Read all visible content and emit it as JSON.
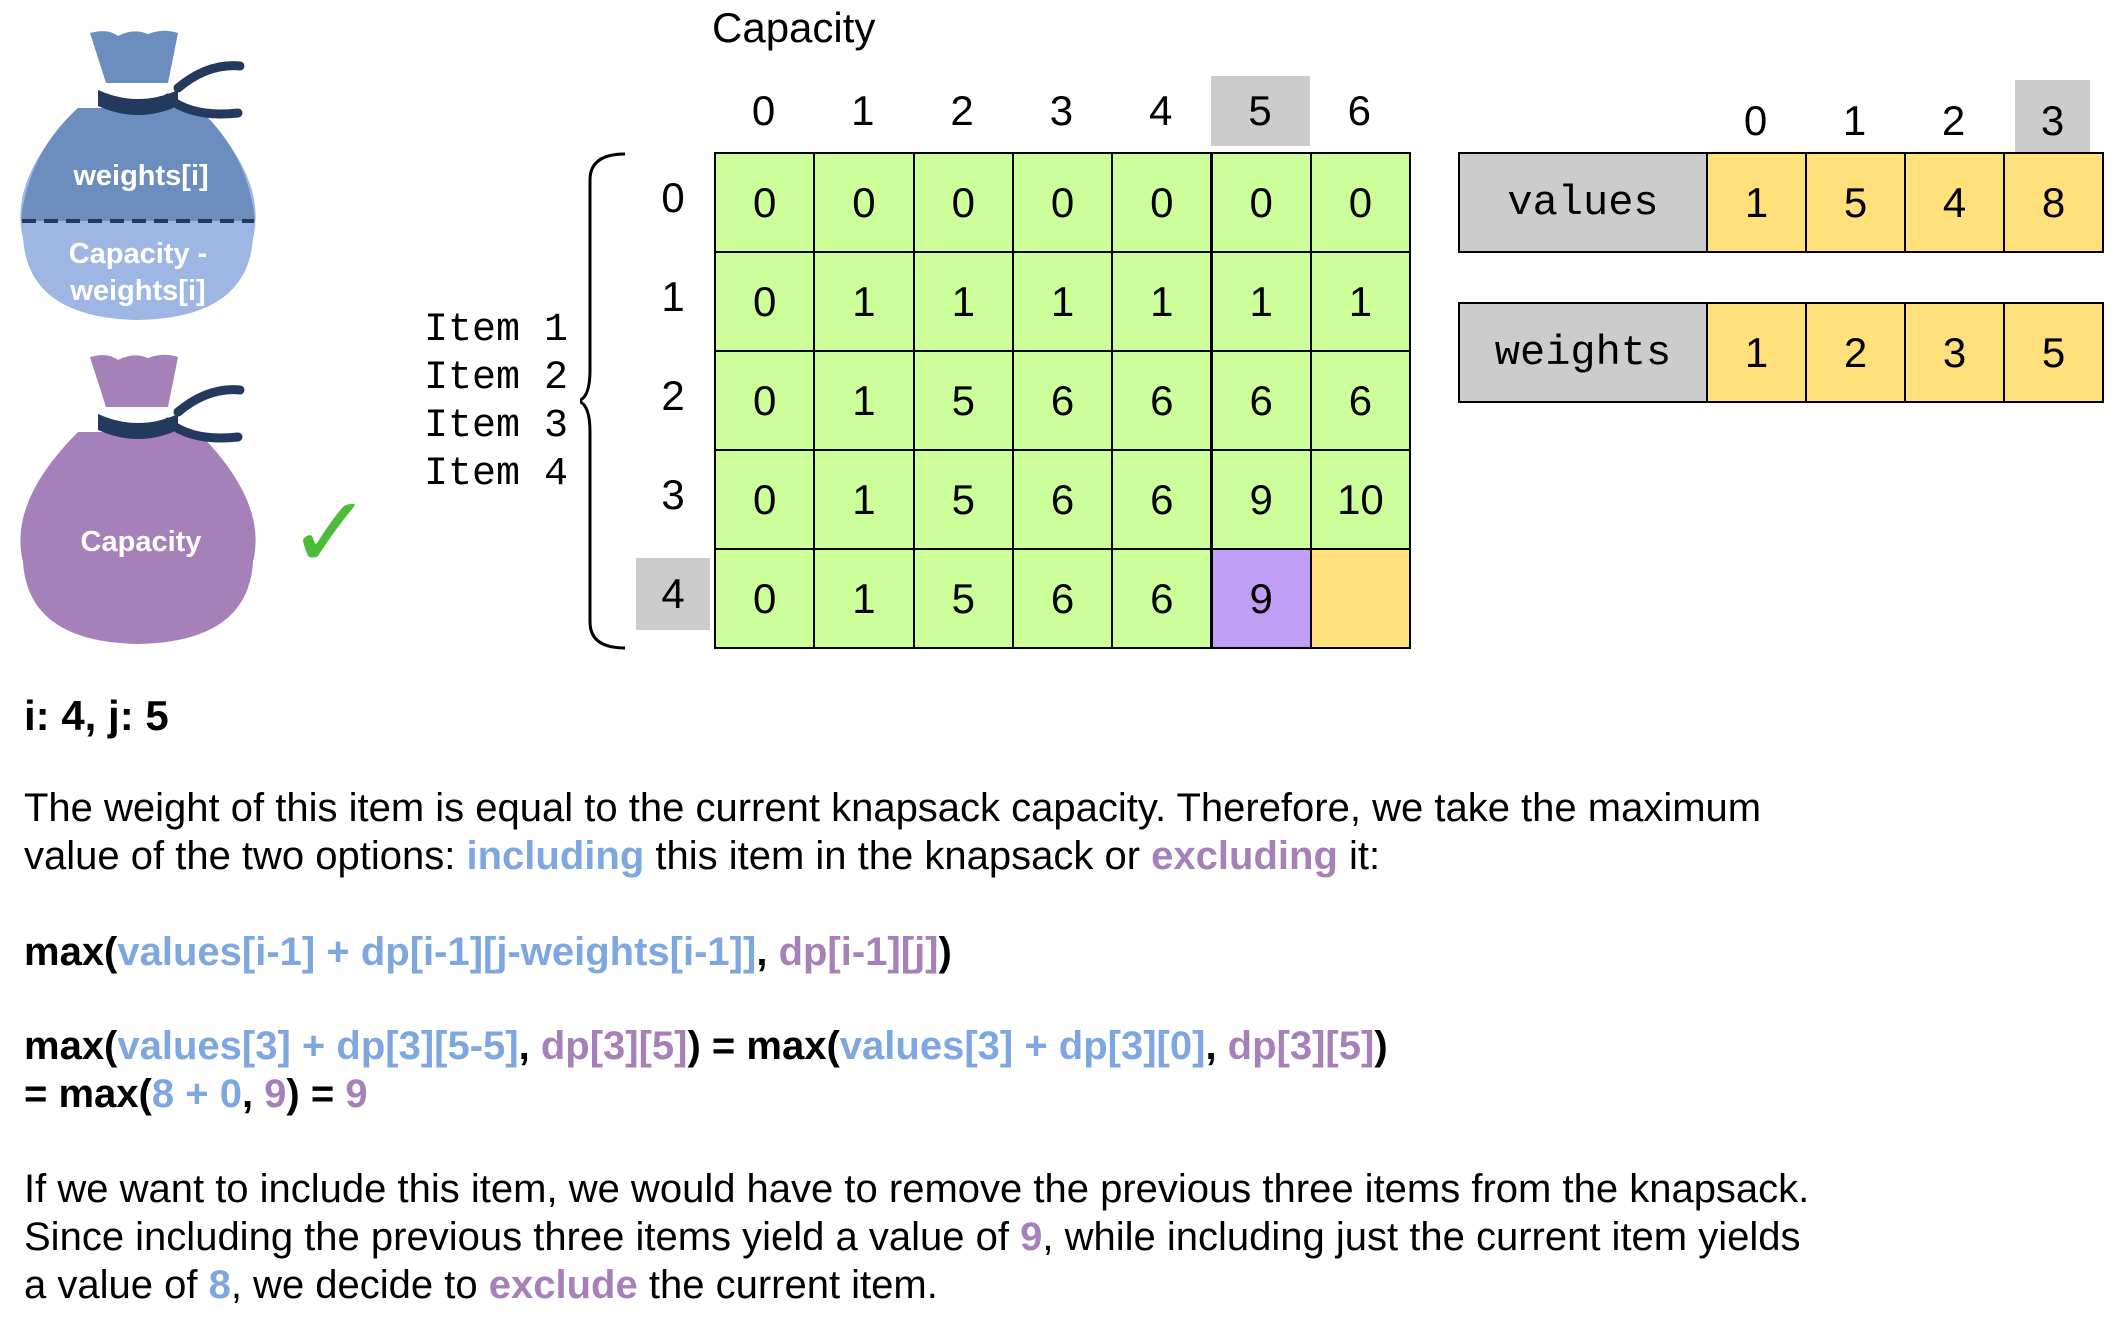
{
  "bags": {
    "top": {
      "upper_label": "weights[i]",
      "lower_label_1": "Capacity -",
      "lower_label_2": "weights[i]"
    },
    "bottom": {
      "label": "Capacity"
    },
    "check_symbol": "✓"
  },
  "dp": {
    "capacity_title": "Capacity",
    "col_headers": [
      "0",
      "1",
      "2",
      "3",
      "4",
      "5",
      "6"
    ],
    "row_headers": [
      "0",
      "1",
      "2",
      "3",
      "4"
    ],
    "items": [
      "Item 1",
      "Item 2",
      "Item 3",
      "Item 4"
    ],
    "rows": [
      [
        "0",
        "0",
        "0",
        "0",
        "0",
        "0",
        "0"
      ],
      [
        "0",
        "1",
        "1",
        "1",
        "1",
        "1",
        "1"
      ],
      [
        "0",
        "1",
        "5",
        "6",
        "6",
        "6",
        "6"
      ],
      [
        "0",
        "1",
        "5",
        "6",
        "6",
        "9",
        "10"
      ],
      [
        "0",
        "1",
        "5",
        "6",
        "6",
        "9",
        ""
      ]
    ],
    "highlight_col": 5,
    "highlight_row": 4
  },
  "arrays": {
    "index_headers": [
      "0",
      "1",
      "2",
      "3"
    ],
    "highlight_index": 3,
    "values_label": "values",
    "values": [
      "1",
      "5",
      "4",
      "8"
    ],
    "weights_label": "weights",
    "weights": [
      "1",
      "2",
      "3",
      "5"
    ]
  },
  "colors": {
    "green": "#ccff99",
    "yellow": "#ffe07a",
    "purple_cell": "#c19ef5",
    "gray": "#cccccc",
    "blue_text": "#7ea6e0",
    "purple_text": "#a680b8",
    "bag_blue": "#6c8ebf",
    "bag_purple": "#a680b8",
    "check": "#4cbb38"
  },
  "explanation": {
    "index_line": "i: 4, j: 5",
    "p1_a": "The weight of this item is equal to the current knapsack capacity. Therefore, we take the maximum",
    "p1_b": "value of the two options: ",
    "p1_including": "including",
    "p1_c": " this item in the knapsack or ",
    "p1_excluding": "excluding",
    "p1_d": " it:",
    "f1_max": "max(",
    "f1_blue": "values[i-1] + dp[i-1][j-weights[i-1]]",
    "f1_comma": ", ",
    "f1_purple": "dp[i-1][j]",
    "f1_close": ")",
    "f2_max": "max(",
    "f2_blue": "values[3] + dp[3][5-5]",
    "f2_comma": ", ",
    "f2_purple": "dp[3][5]",
    "f2_eq": ") = max(",
    "f2_blue2": "values[3] + dp[3][0]",
    "f2_comma2": ", ",
    "f2_purple2": "dp[3][5]",
    "f2_close": ")",
    "f3_eq": "= max(",
    "f3_blue": "8 + 0",
    "f3_comma": ", ",
    "f3_purple": "9",
    "f3_res": ") = ",
    "f3_purple2": "9",
    "p2_a": "If we want to include this item, we would have to remove the previous three items from the knapsack.",
    "p2_b": "Since including the previous three items yield a value of ",
    "p2_nine": "9",
    "p2_c": ", while including just the current item yields",
    "p2_d": "a value of ",
    "p2_eight": "8",
    "p2_e": ", we decide to ",
    "p2_exclude": "exclude",
    "p2_f": " the current item."
  }
}
